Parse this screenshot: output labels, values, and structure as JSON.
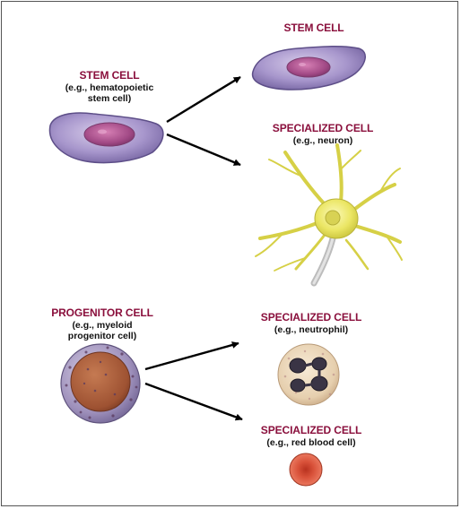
{
  "labels": {
    "stem_source": {
      "title": "STEM CELL",
      "line1": "(e.g., hematopoietic",
      "line2": "stem cell)"
    },
    "stem_result": {
      "title": "STEM CELL"
    },
    "neuron": {
      "title": "SPECIALIZED CELL",
      "line1": "(e.g., neuron)"
    },
    "progenitor": {
      "title": "PROGENITOR CELL",
      "line1": "(e.g., myeloid",
      "line2": "progenitor cell)"
    },
    "neutrophil": {
      "title": "SPECIALIZED CELL",
      "line1": "(e.g., neutrophil)"
    },
    "rbc": {
      "title": "SPECIALIZED CELL",
      "line1": "(e.g., red blood cell)"
    }
  },
  "colors": {
    "title": "#8a0f3c",
    "stem_cell": "#9c8bc4",
    "nucleus": "#a24a86",
    "neuron": "#e8e45a",
    "progenitor_membrane": "#8c7ca8",
    "progenitor_nucleus": "#a0522d",
    "neutrophil": "#e8d3b3",
    "neutrophil_nucleus": "#3a3445",
    "rbc": "#d9523a"
  }
}
